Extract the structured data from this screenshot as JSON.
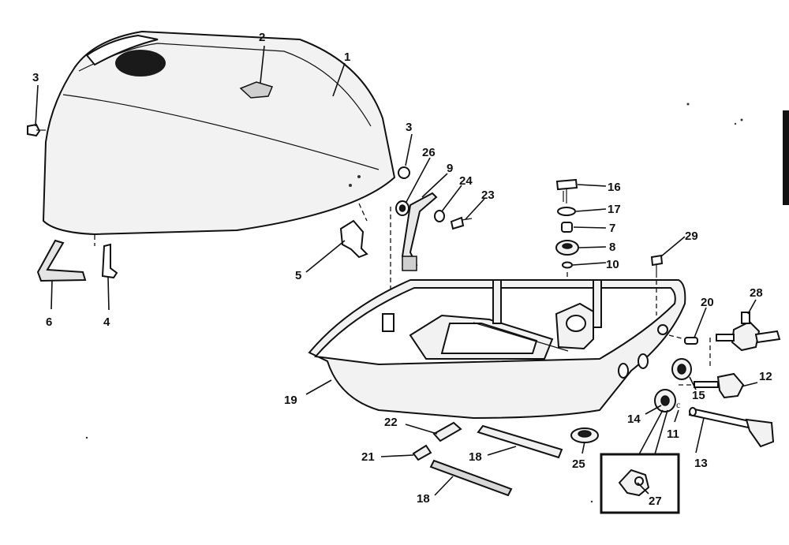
{
  "callouts": {
    "c1": "1",
    "c2": "2",
    "c3a": "3",
    "c3b": "3",
    "c4": "4",
    "c5": "5",
    "c6": "6",
    "c7": "7",
    "c8": "8",
    "c9": "9",
    "c10": "10",
    "c11": "11",
    "c12": "12",
    "c13": "13",
    "c14": "14",
    "c15": "15",
    "c16": "16",
    "c17": "17",
    "c18a": "18",
    "c18b": "18",
    "c19": "19",
    "c20": "20",
    "c21": "21",
    "c22": "22",
    "c23": "23",
    "c24": "24",
    "c25": "25",
    "c26": "26",
    "c27": "27",
    "c28": "28",
    "c29": "29"
  }
}
